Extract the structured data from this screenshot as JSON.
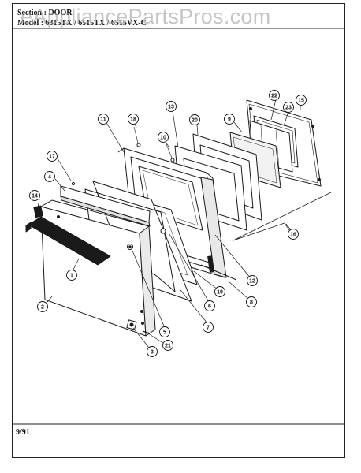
{
  "header": {
    "section_label": "Section : DOOR",
    "model_label": "Model : 6315TX / 6515TX / 6515VX-C"
  },
  "watermark": {
    "text": "eAppliancePartsPros.com"
  },
  "footer": {
    "date": "9/91"
  },
  "callouts": [
    {
      "id": "c1",
      "label": "1"
    },
    {
      "id": "c2",
      "label": "2"
    },
    {
      "id": "c3",
      "label": "3"
    },
    {
      "id": "c4",
      "label": "4"
    },
    {
      "id": "c5",
      "label": "5"
    },
    {
      "id": "c6",
      "label": "6"
    },
    {
      "id": "c7",
      "label": "7"
    },
    {
      "id": "c8",
      "label": "8"
    },
    {
      "id": "c9",
      "label": "9"
    },
    {
      "id": "c10",
      "label": "10"
    },
    {
      "id": "c11",
      "label": "11"
    },
    {
      "id": "c12",
      "label": "12"
    },
    {
      "id": "c13",
      "label": "13"
    },
    {
      "id": "c14",
      "label": "14"
    },
    {
      "id": "c15",
      "label": "15"
    },
    {
      "id": "c16",
      "label": "16"
    },
    {
      "id": "c17",
      "label": "17"
    },
    {
      "id": "c18",
      "label": "18"
    },
    {
      "id": "c19",
      "label": "19"
    },
    {
      "id": "c20",
      "label": "20"
    },
    {
      "id": "c21",
      "label": "21"
    },
    {
      "id": "c22",
      "label": "22"
    },
    {
      "id": "c23",
      "label": "23"
    }
  ]
}
